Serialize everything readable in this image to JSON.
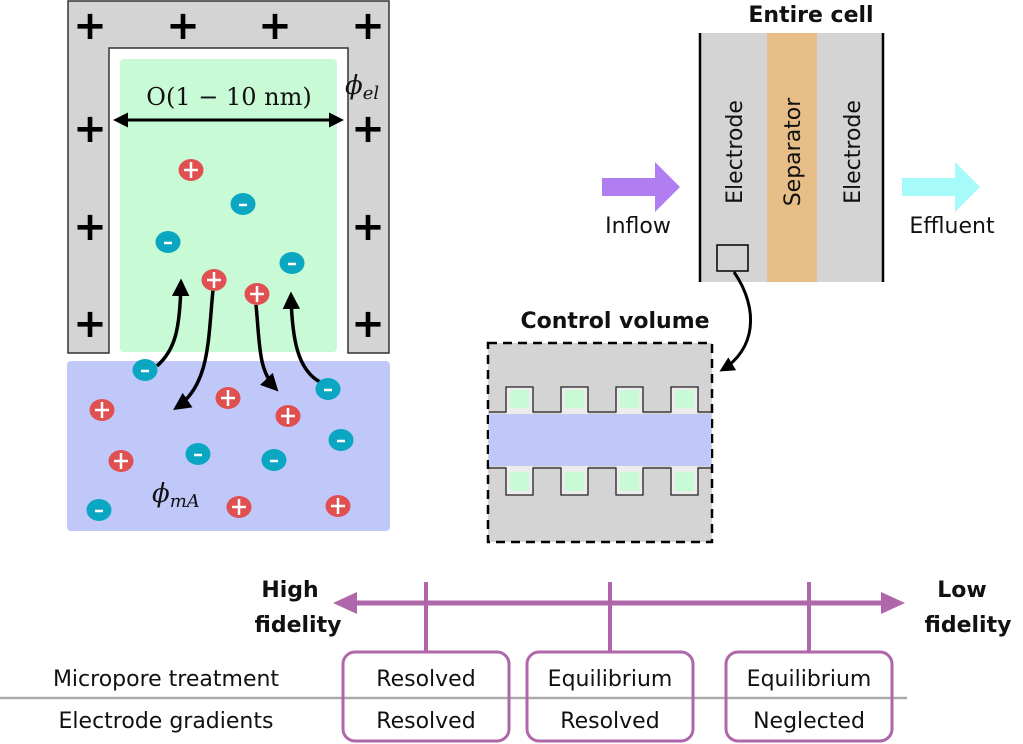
{
  "micropore": {
    "width_label": "O(1 − 10 nm)",
    "phi_el_symbol": "ϕ",
    "phi_el_subscript": "el",
    "phi_ma_symbol": "ϕ",
    "phi_ma_subscript": "mA",
    "wall_charge": "+",
    "cation_glyph": "+",
    "anion_glyph": "-"
  },
  "cell": {
    "title": "Entire cell",
    "layers": [
      "Electrode",
      "Separator",
      "Electrode"
    ],
    "inflow_label": "Inflow",
    "effluent_label": "Effluent"
  },
  "control_volume": {
    "title": "Control volume"
  },
  "fidelity_axis": {
    "left_label_line1": "High",
    "left_label_line2": "fidelity",
    "right_label_line1": "Low",
    "right_label_line2": "fidelity"
  },
  "table": {
    "row_labels": [
      "Micropore treatment",
      "Electrode gradients"
    ],
    "models": [
      {
        "micropore": "Resolved",
        "gradients": "Resolved"
      },
      {
        "micropore": "Equilibrium",
        "gradients": "Resolved"
      },
      {
        "micropore": "Equilibrium",
        "gradients": "Neglected"
      }
    ]
  },
  "colors": {
    "electrode_gray": "#d4d4d4",
    "pore_green": "#c8fad6",
    "macro_blue": "#c0c8fa",
    "cation_red": "#e05050",
    "anion_teal": "#0aa6c2",
    "separator_tan": "#e8be88",
    "inflow_purple": "#b07ef0",
    "effluent_cyan": "#a6fafa",
    "fidelity_purple": "#b066aa"
  }
}
